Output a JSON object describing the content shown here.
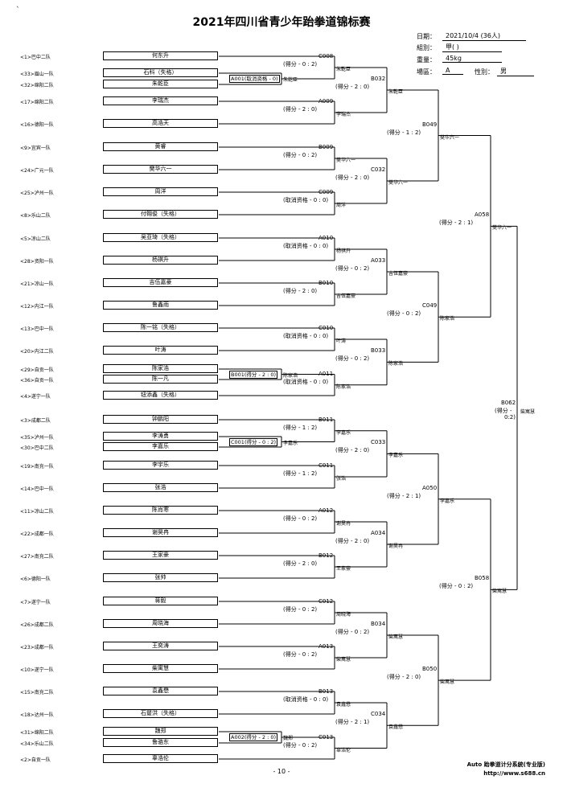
{
  "title": "2021年四川省青少年跆拳道锦标赛",
  "mark": "`",
  "info": {
    "date_label": "日期：",
    "date_value": "2021/10/4  (36人)",
    "group_label": "組別：",
    "group_value": "甲( )",
    "weight_label": "重量：",
    "weight_value": "45kg",
    "venue_label": "場區：",
    "venue_value": "A",
    "gender_label": "性別：",
    "gender_value": "男"
  },
  "entrants": [
    {
      "seed": "<1>巴中二队",
      "name": "何东升"
    },
    {
      "seed": "<33>眉山一队",
      "name": "石科（失格）"
    },
    {
      "seed": "<32>绵阳二队",
      "name": "朱乾臣"
    },
    {
      "seed": "<17>绵阳二队",
      "name": "李瑞杰"
    },
    {
      "seed": "<16>德阳一队",
      "name": "高浩天"
    },
    {
      "seed": "<9>宜宾一队",
      "name": "黄睿"
    },
    {
      "seed": "<24>广元一队",
      "name": "樊华六一"
    },
    {
      "seed": "<25>泸州一队",
      "name": "周洋"
    },
    {
      "seed": "<8>乐山二队",
      "name": "付翱俊（失格）"
    },
    {
      "seed": "<5>凉山二队",
      "name": "吴亚琦（失格）"
    },
    {
      "seed": "<28>资阳一队",
      "name": "杨祺升"
    },
    {
      "seed": "<21>凉山一队",
      "name": "吉伍嘉豪"
    },
    {
      "seed": "<12>内江一队",
      "name": "鲁鑫雨"
    },
    {
      "seed": "<13>巴中一队",
      "name": "陈一铭（失格）"
    },
    {
      "seed": "<20>内江二队",
      "name": "叶涛"
    },
    {
      "seed": "<29>自贡一队",
      "name": "陈家浩"
    },
    {
      "seed": "<36>自贡一队",
      "name": "陈一凡"
    },
    {
      "seed": "<4>遂宁一队",
      "name": "钮添鑫（失格）"
    },
    {
      "seed": "<3>成都二队",
      "name": "钟鹏阳"
    },
    {
      "seed": "<35>泸州一队",
      "name": "李涛勇"
    },
    {
      "seed": "<30>巴中二队",
      "name": "李嘉乐"
    },
    {
      "seed": "<19>南充一队",
      "name": "李宇乐"
    },
    {
      "seed": "<14>巴中一队",
      "name": "张浩"
    },
    {
      "seed": "<11>凉山二队",
      "name": "陈肖寒"
    },
    {
      "seed": "<22>成都一队",
      "name": "谢昊冉"
    },
    {
      "seed": "<27>南充二队",
      "name": "王家豪"
    },
    {
      "seed": "<6>德阳一队",
      "name": "张帅"
    },
    {
      "seed": "<7>遂宁一队",
      "name": "蒋毅"
    },
    {
      "seed": "<26>成都二队",
      "name": "周晓海"
    },
    {
      "seed": "<23>成都一队",
      "name": "王奕涛"
    },
    {
      "seed": "<10>遂宁一队",
      "name": "柴寓慧"
    },
    {
      "seed": "<15>南充二队",
      "name": "袁鑫懋"
    },
    {
      "seed": "<18>达州一队",
      "name": "石鼙洪（失格）"
    },
    {
      "seed": "<31>绵阳二队",
      "name": "魏郑"
    },
    {
      "seed": "<34>乐山二队",
      "name": "鲁骆东"
    },
    {
      "seed": "<2>自贡一队",
      "name": "辜浩伦"
    }
  ],
  "prelims": [
    {
      "code_text": "A001(取消资格 - 0)",
      "tail": "- 0)",
      "winner": "朱乾臣"
    },
    {
      "code_text": "B001(得分 - 2 : 0)",
      "winner": "陈家浩"
    },
    {
      "code_text": "C001(得分 - 0 : 2)",
      "winner": "李嘉乐"
    },
    {
      "code_text": "A002(得分 - 2 : 0)",
      "winner": "魏郑"
    }
  ],
  "r1": [
    {
      "code": "C008",
      "score": "(得分 - 0 : 2)",
      "winner": "朱乾臣"
    },
    {
      "code": "A009",
      "score": "(得分 - 2 : 0)",
      "winner": "李瑞杰"
    },
    {
      "code": "B009",
      "score": "(得分 - 0 : 2)",
      "winner": "樊华六一"
    },
    {
      "code": "C009",
      "score": "(取消资格 - 0 : 0)",
      "winner": "周洋"
    },
    {
      "code": "A010",
      "score": "(取消资格 - 0 : 0)",
      "winner": "杨祺升"
    },
    {
      "code": "B010",
      "score": "(得分 - 2 : 0)",
      "winner": "吉伍嘉豪"
    },
    {
      "code": "C010",
      "score": "(取消资格 - 0 : 0)",
      "winner": "叶涛"
    },
    {
      "code": "A011",
      "score": "(取消资格 - 0 : 0)",
      "winner": "陈家浩"
    },
    {
      "code": "B011",
      "score": "(得分 - 1 : 2)",
      "winner": "李嘉乐"
    },
    {
      "code": "C011",
      "score": "(得分 - 1 : 2)",
      "winner": "张浩"
    },
    {
      "code": "A012",
      "score": "(得分 - 0 : 2)",
      "winner": "谢昊冉"
    },
    {
      "code": "B012",
      "score": "(得分 - 2 : 0)",
      "winner": "王家豪"
    },
    {
      "code": "C012",
      "score": "(得分 - 0 : 2)",
      "winner": "周晓海"
    },
    {
      "code": "A013",
      "score": "(得分 - 0 : 2)",
      "winner": "柴寓慧"
    },
    {
      "code": "B013",
      "score": "(取消资格 - 0 : 0)",
      "winner": "袁鑫懋"
    },
    {
      "code": "C013",
      "score": "(得分 - 0 : 2)",
      "winner": "辜浩伦"
    }
  ],
  "r2": [
    {
      "code": "B032",
      "score": "(得分 - 2 : 0)",
      "winner": "朱乾臣"
    },
    {
      "code": "C032",
      "score": "(得分 - 2 : 0)",
      "winner": "樊华六一"
    },
    {
      "code": "A033",
      "score": "(得分 - 0 : 2)",
      "winner": "吉伍嘉豪"
    },
    {
      "code": "B033",
      "score": "(得分 - 0 : 2)",
      "winner": "陈家浩"
    },
    {
      "code": "C033",
      "score": "(得分 - 2 : 0)",
      "winner": "李嘉乐"
    },
    {
      "code": "A034",
      "score": "(得分 - 2 : 0)",
      "winner": "谢昊冉"
    },
    {
      "code": "B034",
      "score": "(得分 - 0 : 2)",
      "winner": "柴寓慧"
    },
    {
      "code": "C034",
      "score": "(得分 - 2 : 1)",
      "winner": "袁鑫懋"
    }
  ],
  "r3": [
    {
      "code": "B049",
      "score": "(得分 - 1 : 2)",
      "winner": "樊华六一"
    },
    {
      "code": "C049",
      "score": "(得分 - 0 : 2)",
      "winner": "陈家浩"
    },
    {
      "code": "A050",
      "score": "(得分 - 2 : 1)",
      "winner": "李嘉乐"
    },
    {
      "code": "B050",
      "score": "(得分 - 2 : 0)",
      "winner": "柴寓慧"
    }
  ],
  "r4": [
    {
      "code": "A058",
      "score": "(得分 - 2 : 1)",
      "winner": "樊华六一"
    },
    {
      "code": "B058",
      "score": "(得分 - 0 : 2)",
      "winner": "柴寓慧"
    }
  ],
  "final": {
    "code": "B062",
    "score_a": "(得分 -",
    "score_b": "0:2)",
    "winner": "柴寓慧"
  },
  "footer": {
    "page": "- 10 -",
    "system": "Auto 跆拳道计分系統(专业版)",
    "url": "http://www.s688.cn"
  }
}
